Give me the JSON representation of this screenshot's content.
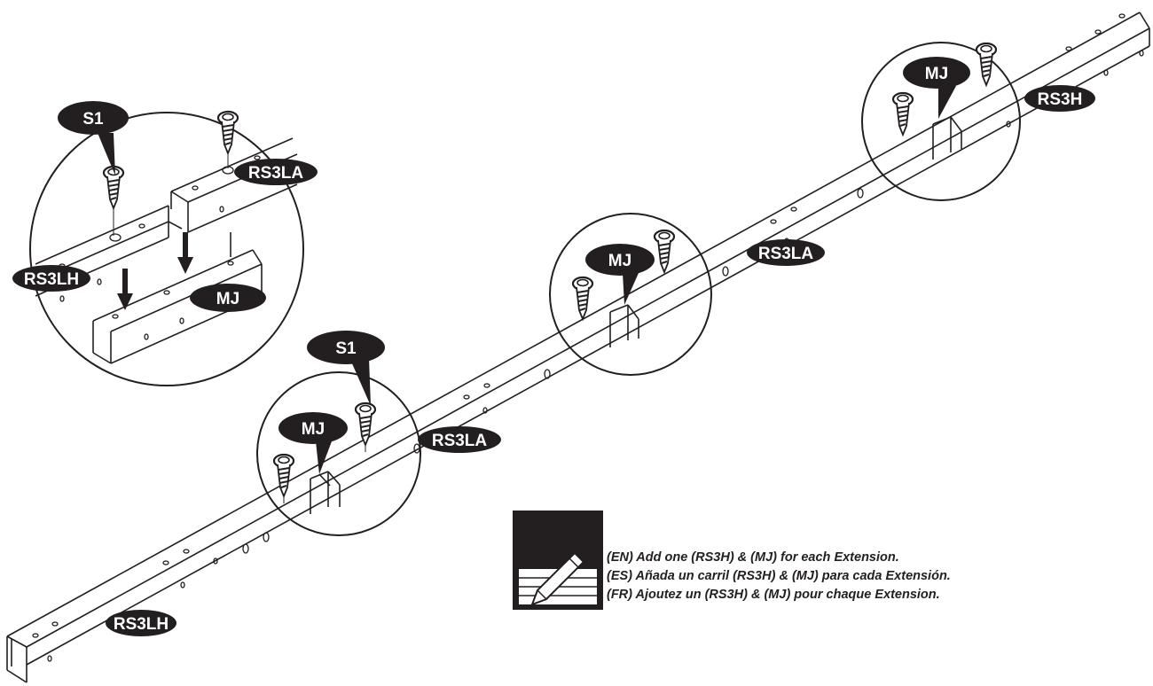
{
  "labels": {
    "s1_detail": "S1",
    "rs3la_detail": "RS3LA",
    "rs3lh_detail": "RS3LH",
    "mj_detail": "MJ",
    "s1_lower": "S1",
    "mj_lower": "MJ",
    "rs3la_lower": "RS3LA",
    "mj_middle": "MJ",
    "rs3la_middle": "RS3LA",
    "mj_upper": "MJ",
    "rs3h_upper": "RS3H",
    "rs3lh_bottom": "RS3LH"
  },
  "note": {
    "en": "(EN) Add one (RS3H) & (MJ) for each Extension.",
    "es": "(ES) Añada un carril (RS3H) & (MJ) para cada  Extensión.",
    "fr": "(FR) Ajoutez un (RS3H) & (MJ) pour chaque Extension."
  },
  "icons": [
    "screw-icon",
    "arrow-down-icon",
    "note-pencil-icon"
  ],
  "colors": {
    "ink": "#231f20",
    "paper": "#ffffff"
  }
}
